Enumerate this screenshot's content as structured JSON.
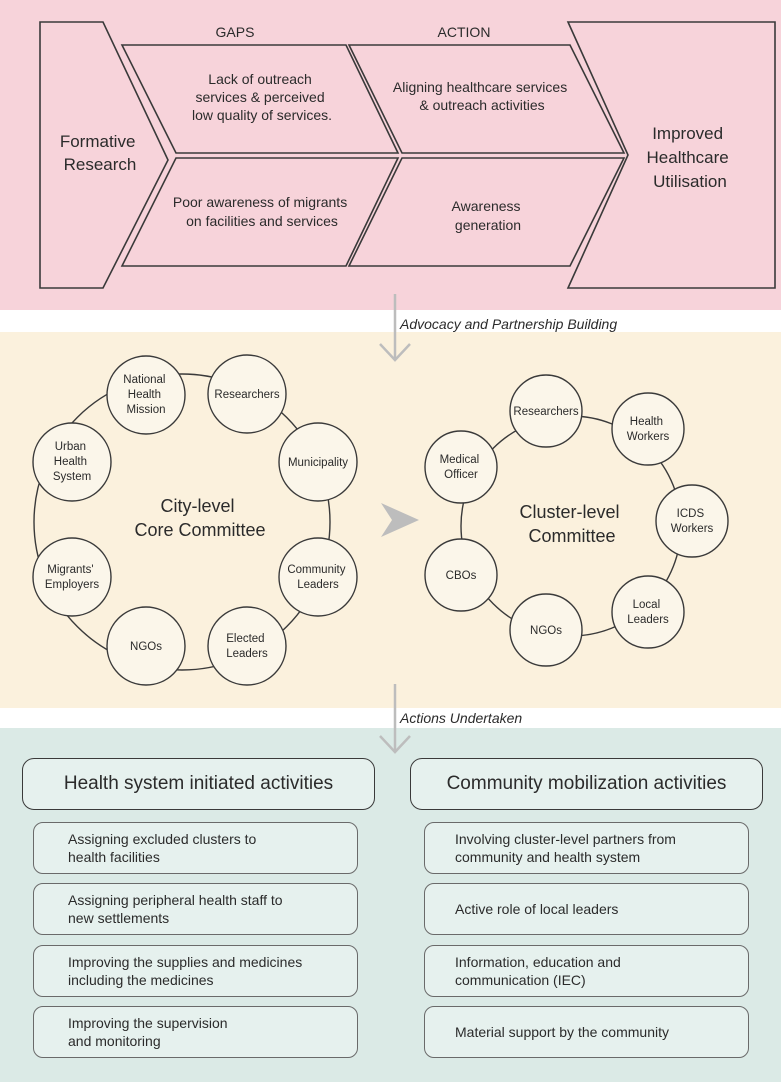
{
  "top": {
    "gaps_label": "GAPS",
    "action_label": "ACTION",
    "formative_l1": "Formative",
    "formative_l2": "Research",
    "gap1_l1": "Lack of outreach",
    "gap1_l2": "services & perceived",
    "gap1_l3": "low quality of services.",
    "gap2_l1": "Poor awareness of migrants",
    "gap2_l2": "on facilities and services",
    "action1_l1": "Aligning healthcare services",
    "action1_l2": "& outreach activities",
    "action2_l1": "Awareness",
    "action2_l2": "generation",
    "improved_l1": "Improved",
    "improved_l2": "Healthcare",
    "improved_l3": "Utilisation"
  },
  "connector1_label": "Advocacy and Partnership Building",
  "city_committee": {
    "title_l1": "City-level",
    "title_l2": "Core Committee",
    "nodes": {
      "nhm_l1": "National",
      "nhm_l2": "Health",
      "nhm_l3": "Mission",
      "researchers": "Researchers",
      "municipality": "Municipality",
      "community_l1": "Community",
      "community_l2": "Leaders",
      "elected_l1": "Elected",
      "elected_l2": "Leaders",
      "ngos": "NGOs",
      "migrants_l1": "Migrants'",
      "migrants_l2": "Employers",
      "urban_l1": "Urban",
      "urban_l2": "Health",
      "urban_l3": "System"
    }
  },
  "cluster_committee": {
    "title_l1": "Cluster-level",
    "title_l2": "Committee",
    "nodes": {
      "researchers": "Researchers",
      "hw_l1": "Health",
      "hw_l2": "Workers",
      "icds_l1": "ICDS",
      "icds_l2": "Workers",
      "local_l1": "Local",
      "local_l2": "Leaders",
      "ngos": "NGOs",
      "cbos": "CBOs",
      "mo_l1": "Medical",
      "mo_l2": "Officer"
    }
  },
  "connector2_label": "Actions Undertaken",
  "health_system": {
    "heading": "Health system initiated activities",
    "items": [
      "Assigning excluded clusters to\nhealth facilities",
      "Assigning peripheral health staff to\nnew settlements",
      "Improving the supplies and medicines\nincluding the medicines",
      "Improving the supervision\nand monitoring"
    ]
  },
  "community": {
    "heading": "Community mobilization activities",
    "items": [
      "Involving cluster-level partners from\ncommunity and health system",
      "Active role of local leaders",
      "Information, education and\ncommunication (IEC)",
      "Material support by the community"
    ]
  }
}
